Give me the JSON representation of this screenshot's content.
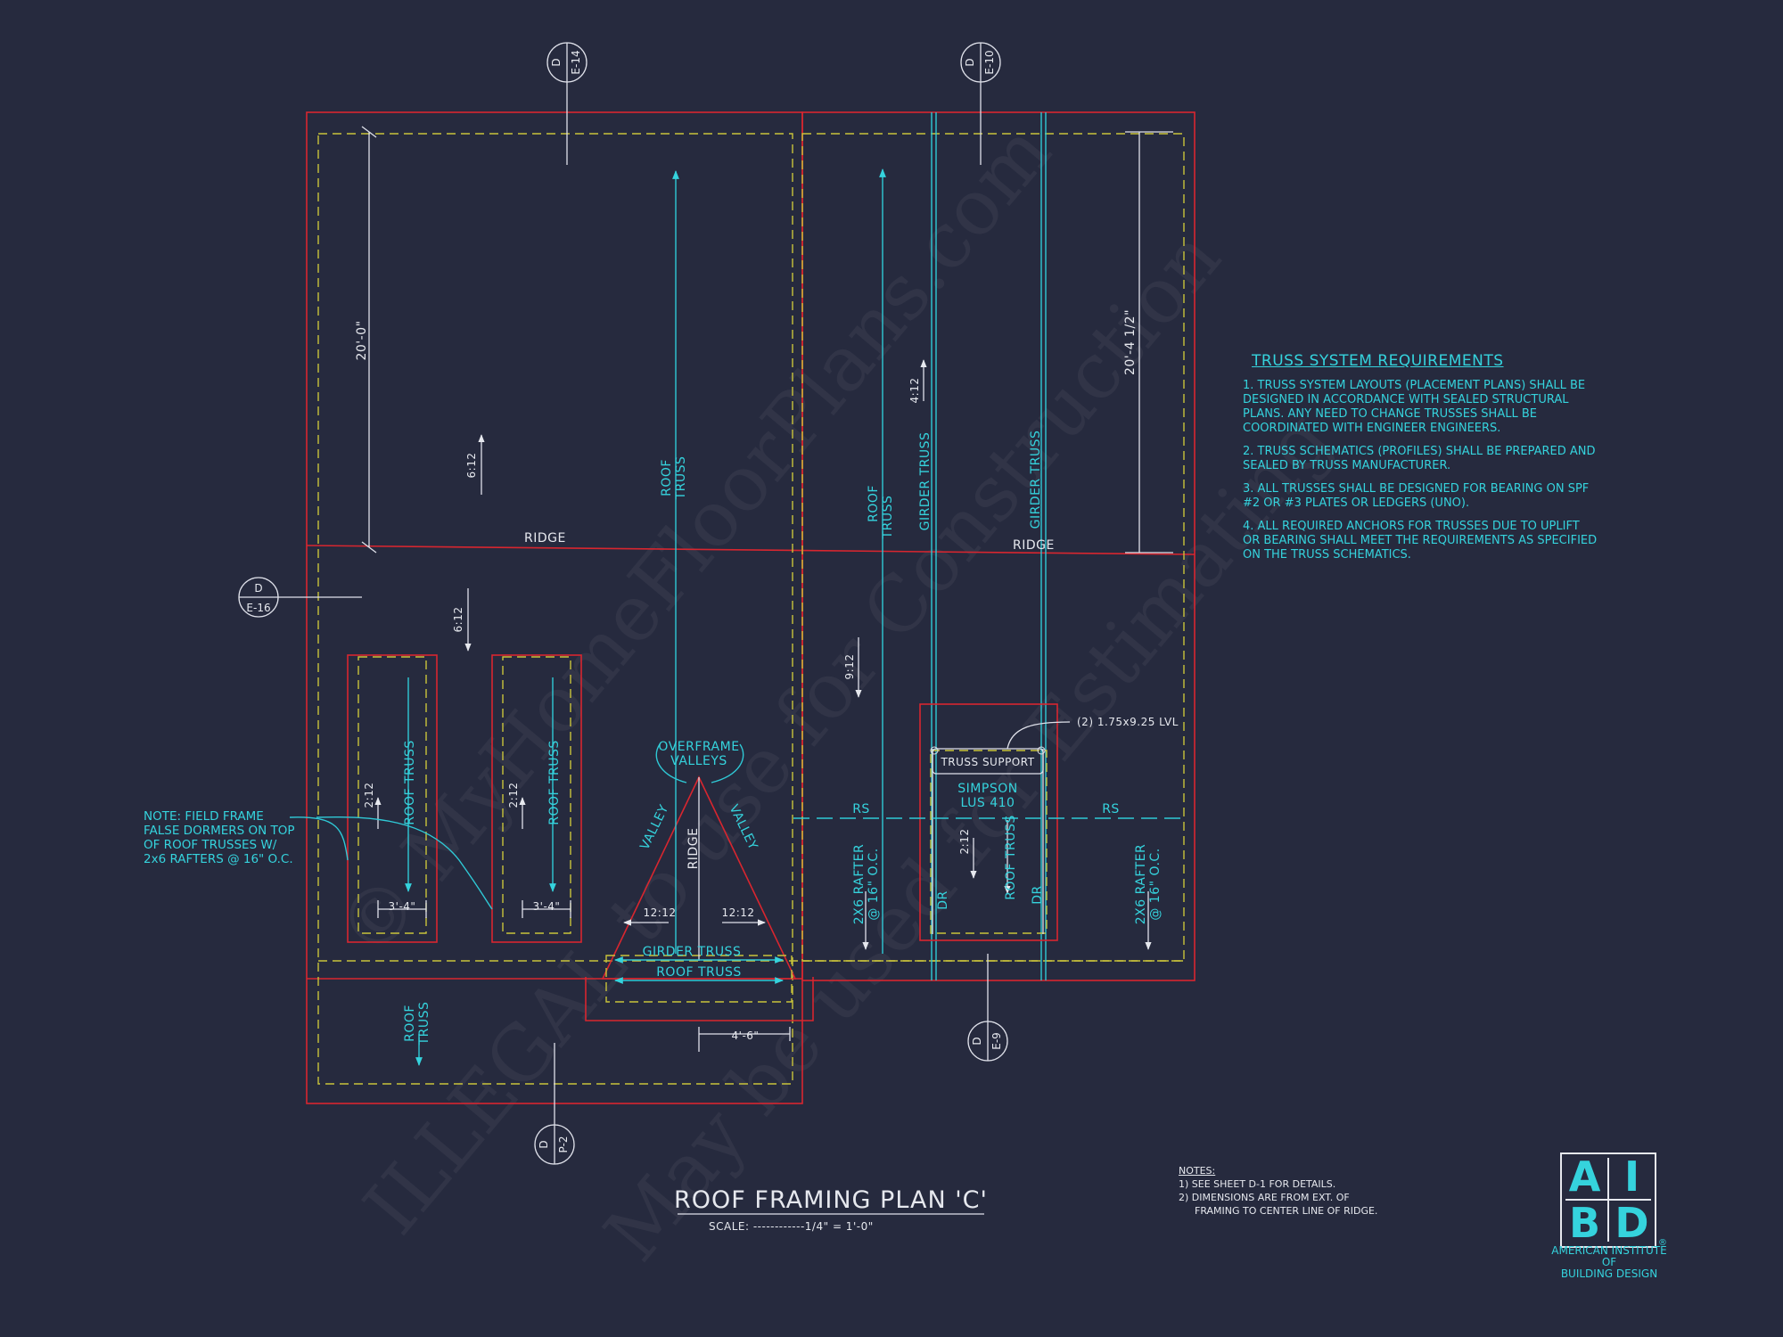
{
  "drawing": {
    "title": "ROOF FRAMING PLAN 'C'",
    "scale": "SCALE: ------------1/4\" = 1'-0\""
  },
  "truss_requirements": {
    "heading": "TRUSS SYSTEM REQUIREMENTS",
    "items": [
      "1. TRUSS SYSTEM LAYOUTS (PLACEMENT PLANS) SHALL BE DESIGNED IN ACCORDANCE WITH SEALED STRUCTURAL PLANS. ANY NEED TO CHANGE TRUSSES SHALL BE COORDINATED WITH ENGINEER ENGINEERS.",
      "2. TRUSS SCHEMATICS (PROFILES) SHALL BE PREPARED AND SEALED BY TRUSS MANUFACTURER.",
      "3. ALL TRUSSES SHALL BE DESIGNED FOR BEARING ON SPF #2 OR #3 PLATES OR LEDGERS (UNO).",
      "4. ALL REQUIRED ANCHORS FOR TRUSSES DUE TO UPLIFT OR BEARING SHALL MEET THE REQUIREMENTS AS SPECIFIED ON THE TRUSS SCHEMATICS."
    ]
  },
  "notes": {
    "heading": "NOTES:",
    "item1": "1)  SEE SHEET D-1 FOR DETAILS.",
    "item2a": "2)  DIMENSIONS ARE FROM EXT. OF",
    "item2b": "FRAMING TO CENTER LINE OF RIDGE."
  },
  "dormer_note": "NOTE: FIELD FRAME FALSE DORMERS ON TOP OF ROOF TRUSSES W/ 2x6 RAFTERS @ 16\" O.C.",
  "labels": {
    "ridge": "RIDGE",
    "roof_truss": "ROOF TRUSS",
    "roof": "ROOF",
    "truss": "TRUSS",
    "girder_truss": "GIRDER TRUSS",
    "valley": "VALLEY",
    "overframe_1": "OVERFRAME",
    "overframe_2": "VALLEYS",
    "truss_support": "TRUSS SUPPORT",
    "simpson_1": "SIMPSON",
    "simpson_2": "LUS 410",
    "lvl": "(2) 1.75x9.25 LVL",
    "rs": "RS",
    "dr": "DR",
    "rafter_1": "2X6 RAFTER",
    "rafter_2": "@ 16\" O.C."
  },
  "dimensions": {
    "d20_0": "20'-0\"",
    "d20_4": "20'-4 1/2\"",
    "d3_4": "3'-4\"",
    "d4_6": "4'-6\""
  },
  "pitches": {
    "p6": "6:12",
    "p4": "4:12",
    "p9": "9:12",
    "p2": "2:12",
    "p12": "12:12"
  },
  "section_markers": {
    "letter": "D",
    "e14": "E-14",
    "e10": "E-10",
    "e16": "E-16",
    "e9": "E-9",
    "p2": "P-2"
  },
  "watermarks": {
    "line1": "© MyHomeFloorPlans.com",
    "line2": "ILLEGAL to use for Construction",
    "line3": "May be used for Estimating"
  },
  "logo": {
    "a": "A",
    "i": "I",
    "b": "B",
    "d": "D",
    "reg": "®",
    "line1": "AMERICAN INSTITUTE",
    "line2": "OF",
    "line3": "BUILDING DESIGN"
  },
  "colors": {
    "background": "#262a3e",
    "cyan": "#35d3dd",
    "red": "#d8262f",
    "yellow": "#c9c33a",
    "white": "#e6e8ee"
  }
}
